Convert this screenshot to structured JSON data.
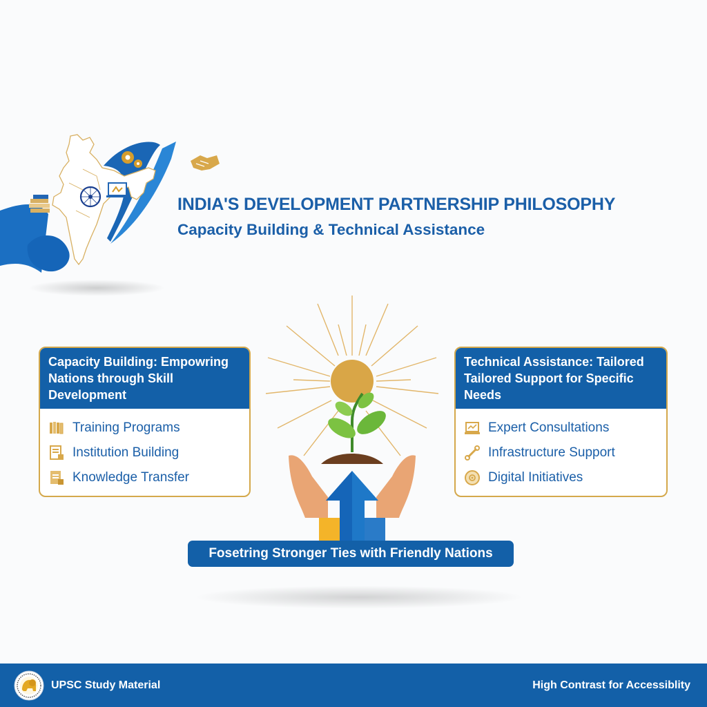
{
  "header": {
    "title": "INDIA'S DEVELOPMENT PARTNERSHIP PHILOSOPHY",
    "subtitle": "Capacity Building & Technical Assistance",
    "hero_icons": [
      "india-map-icon",
      "ashoka-chakra-icon",
      "books-icon",
      "gears-icon",
      "laptop-icon",
      "handshake-icon",
      "ribbon-graphic"
    ]
  },
  "cards": {
    "left": {
      "heading": "Capacity Building: Empowring Nations through Skill Development",
      "items": [
        {
          "icon": "books-icon",
          "label": "Training Programs"
        },
        {
          "icon": "institution-document-icon",
          "label": "Institution Building"
        },
        {
          "icon": "knowledge-document-icon",
          "label": "Knowledge Transfer"
        }
      ]
    },
    "right": {
      "heading": "Technical Assistance: Tailored Tailored Support for Specific Needs",
      "items": [
        {
          "icon": "laptop-chart-icon",
          "label": "Expert Consultations"
        },
        {
          "icon": "wrench-icon",
          "label": "Infrastructure Support"
        },
        {
          "icon": "digital-circle-icon",
          "label": "Digital Initiatives"
        }
      ]
    }
  },
  "center": {
    "graphic_icons": [
      "sun-icon",
      "sapling-icon",
      "cupped-hands-icon",
      "up-arrow-icon"
    ]
  },
  "banner": {
    "text": "Fosetring Stronger Ties with Friendly Nations"
  },
  "footer": {
    "left_label": "UPSC Study Material",
    "right_label": "High Contrast for Accessiblity",
    "emblem_icon": "lion-emblem-icon"
  },
  "colors": {
    "primary_blue": "#1360a8",
    "title_blue": "#1b5fa8",
    "gold": "#d4a84b",
    "background": "#fafbfc"
  }
}
